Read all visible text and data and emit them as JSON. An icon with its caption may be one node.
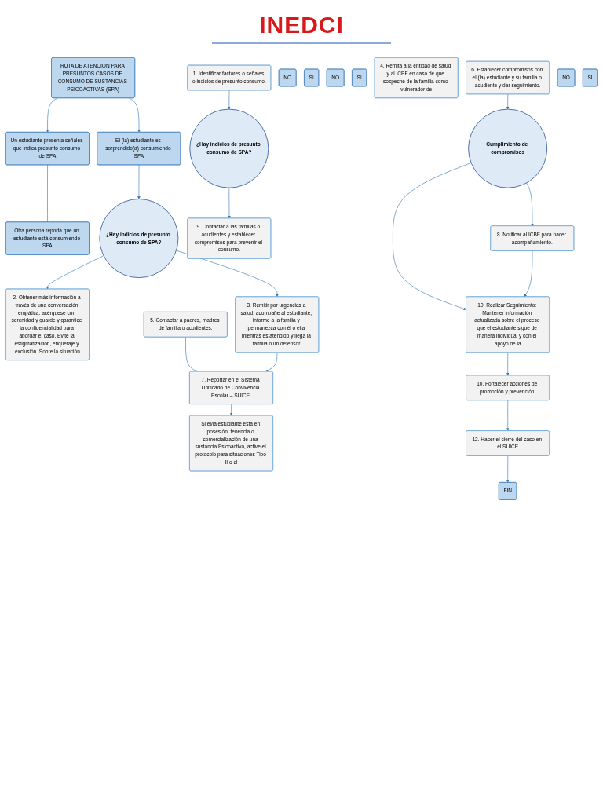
{
  "diagram": {
    "title": "INEDCI",
    "nodes": [
      {
        "text": [
          "RUTA DE ATENCION PARA PRESUNTOS CASOS DE CONSUMO DE SUSTANCIAS PSICOACTIVAS (SPA)"
        ]
      },
      {
        "text": [
          "Un estudiante presenta señales que indica presunto consumo de SPA"
        ]
      },
      {
        "text": [
          "Otra persona reporta que un estudiante está consumiendo SPA"
        ]
      },
      {
        "text": [
          "El (la) estudiante es sorprendido(a) consumiendo SPA"
        ]
      },
      {
        "text": [
          "1. Identificar factores o señales o indicios de presunto consumo."
        ]
      },
      {
        "text": [
          "¿Hay indicios de presunto consumo de SPA?"
        ]
      },
      {
        "text": [
          "NO"
        ]
      },
      {
        "text": [
          "SI"
        ]
      },
      {
        "text": [
          "2. Obtener más información a través de una conversación empática: acérquese con serenidad y guarde y garantice la confidencialidad para abordar el caso. Evite la estigmatización, etiquetaje y exclusión. Sobre la situación"
        ]
      },
      {
        "text": [
          "¿Hay indicios de presunto consumo de SPA?"
        ]
      },
      {
        "text": [
          "NO"
        ]
      },
      {
        "text": [
          "SI"
        ]
      },
      {
        "text": [
          "4. Remita a la entidad de salud y al ICBF en caso de que sospeche de la familia como vulnerador de"
        ]
      },
      {
        "text": [
          "3. Remitir por urgencias a salud, acompañe al estudiante, informe a la familia y permanezca con él o ella mientras es atendido y llega la familia o un defensor."
        ]
      },
      {
        "text": [
          "9. Contactar a las familias o acudientes y establecer compromisos para prevenir el consumo."
        ]
      },
      {
        "text": [
          "5. Contactar a padres, madres de familia o acudientes."
        ]
      },
      {
        "text": [
          "6. Establecer compromisos con el (la) estudiante y su familia o acudiente y dar seguimiento."
        ]
      },
      {
        "text": [
          "Cumplimiento de compromisos"
        ]
      },
      {
        "text": [
          "NO"
        ]
      },
      {
        "text": [
          "SI"
        ]
      },
      {
        "text": [
          "7. Reportar en el Sistema Unificado de Convivencia Escolar – SUICE."
        ]
      },
      {
        "text": [
          "8. Notificar al ICBF para hacer acompañamiento."
        ]
      },
      {
        "text": [
          "Si él/la estudiante está en posesión, tenencia o comercialización de una sustancia Psicoactiva, active el protocolo para situaciones Tipo II o el"
        ]
      },
      {
        "text": [
          "10. Realizar Seguimiento: Mantener información actualizada sobre el proceso que el estudiante sigue de manera individual y con el apoyo de la"
        ]
      },
      {
        "text": [
          "10. Fortalecer acciones de promoción y prevención."
        ]
      },
      {
        "text": [
          "12. Hacer el cierre del caso en el SUICE"
        ]
      },
      {
        "text": [
          "FIN"
        ]
      }
    ],
    "edges": [
      {
        "from": 0,
        "to": 1,
        "arrow": "to"
      },
      {
        "from": 0,
        "to": 3,
        "arrow": "to"
      },
      {
        "from": 1,
        "to": 2,
        "arrow": "none"
      },
      {
        "from": 3,
        "to": 5,
        "arrow": "to"
      },
      {
        "from": 5,
        "to": 8,
        "arrow": "to"
      },
      {
        "from": 5,
        "to": 13,
        "arrow": "to"
      },
      {
        "from": 4,
        "to": 9,
        "arrow": "to"
      },
      {
        "from": 9,
        "to": 14,
        "arrow": "to"
      },
      {
        "from": 15,
        "to": 20,
        "arrow": "to"
      },
      {
        "from": 13,
        "to": 20,
        "arrow": "to"
      },
      {
        "from": 16,
        "to": 17,
        "arrow": "to"
      },
      {
        "from": 17,
        "to": 23,
        "arrow": "to"
      },
      {
        "from": 17,
        "to": 21,
        "arrow": "to"
      },
      {
        "from": 21,
        "to": 23,
        "arrow": "to"
      },
      {
        "from": 20,
        "to": 22,
        "arrow": "to"
      },
      {
        "from": 23,
        "to": 24,
        "arrow": "to"
      },
      {
        "from": 24,
        "to": 25,
        "arrow": "to"
      },
      {
        "from": 25,
        "to": 26,
        "arrow": "to"
      }
    ]
  }
}
